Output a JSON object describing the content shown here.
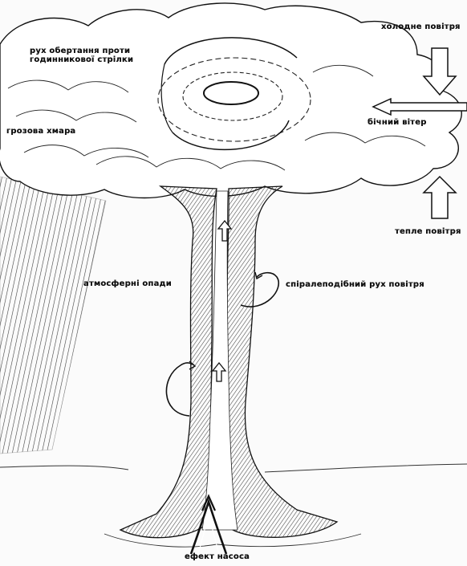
{
  "labels": {
    "rotation": "рух обертання проти годинникової стрілки",
    "cold_air": "холодне повітря",
    "side_wind": "бічний вітер",
    "thundercloud": "грозова хмара",
    "warm_air": "тепле повітря",
    "precipitation": "атмосферні опади",
    "spiral_motion": "спіралеподібний рух повітря",
    "pump_effect": "ефект насоса"
  },
  "colors": {
    "ink": "#111111",
    "paper": "#fbfbfb",
    "shade": "#555555"
  }
}
